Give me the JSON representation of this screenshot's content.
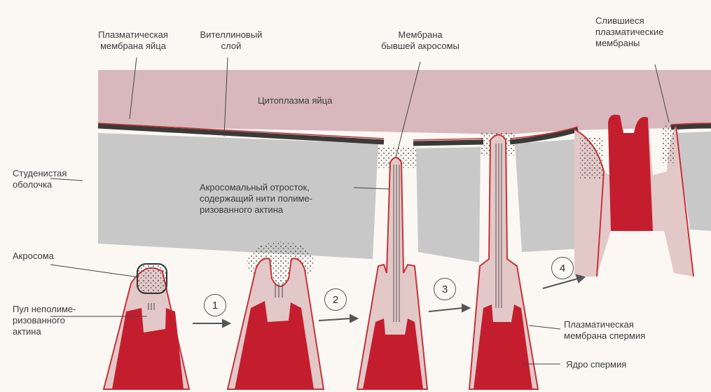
{
  "labels": {
    "egg_plasma_membrane": "Плазматическая\nмембрана яйца",
    "vitelline_layer": "Вителлиновый\nслой",
    "former_acrosome_membrane": "Мембрана\nбывшей акросомы",
    "fused_membranes": "Слившиеся\nплазматические\nмембраны",
    "egg_cytoplasm": "Цитоплазма яйца",
    "jelly_coat": "Студенистая\nоболочка",
    "acrosomal_process": "Акросомальный отросток,\nсодержащий нити полиме-\nризованного актина",
    "acrosome": "Акросома",
    "actin_pool": "Пул неполиме-\nризованного\nактина",
    "sperm_plasma_membrane": "Плазматическая\nмембрана спермия",
    "sperm_nucleus": "Ядро спермия"
  },
  "steps": [
    "1",
    "2",
    "3",
    "4"
  ],
  "colors": {
    "cytoplasm": "#d8b8bc",
    "jelly": "#c8c8c9",
    "vitelline": "#3a3a36",
    "membrane": "#c8323a",
    "nucleus": "#c41e2e",
    "sperm_body": "#e3c8c8"
  }
}
